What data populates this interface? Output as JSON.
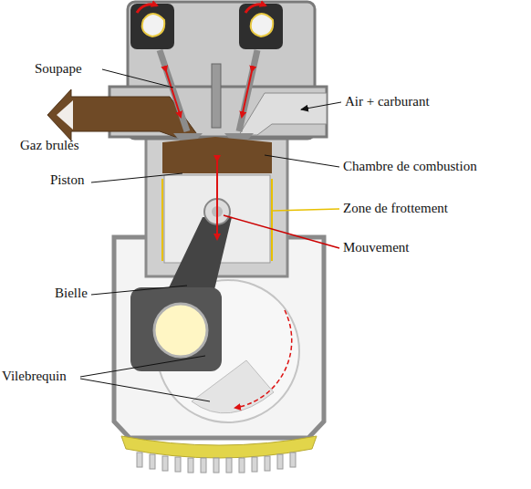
{
  "diagram": {
    "labels": [
      "Soupape",
      "Air + carburant",
      "Gaz brulés",
      "Chambre de combustion",
      "Piston",
      "Zone de frottement",
      "Mouvement",
      "Bielle",
      "Vilebrequin"
    ]
  }
}
